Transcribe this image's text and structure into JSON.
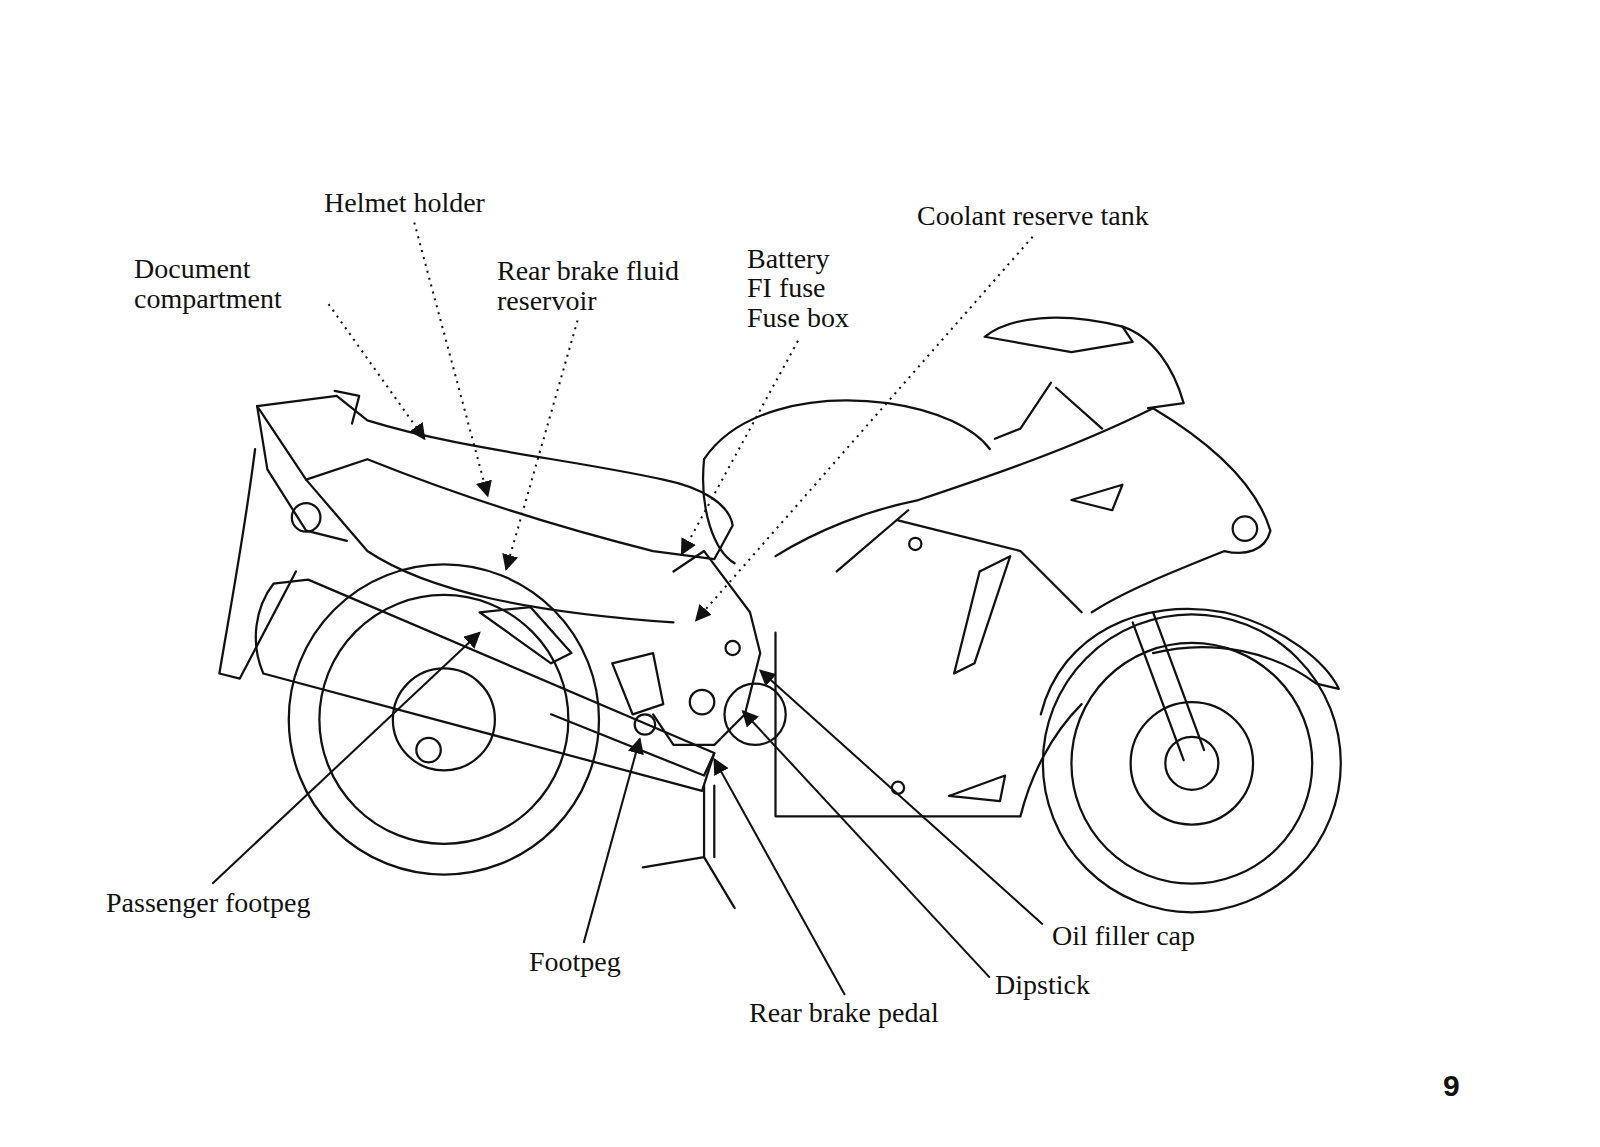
{
  "diagram": {
    "labels": [
      "Helmet holder",
      "Document compartment",
      "Rear brake fluid reservoir",
      "Battery",
      "FI fuse",
      "Fuse box",
      "Coolant reserve tank",
      "Passenger footpeg",
      "Footpeg",
      "Rear brake pedal",
      "Oil filler cap",
      "Dipstick",
      "9"
    ]
  }
}
